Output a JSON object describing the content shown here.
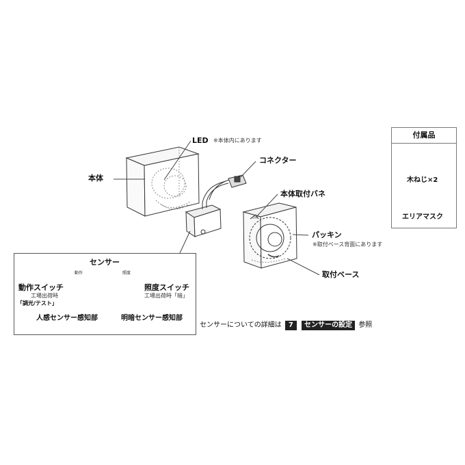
{
  "labels": {
    "led": "LED",
    "led_note": "※本体内にあります",
    "body": "本体",
    "connector": "コネクター",
    "mount_spring": "本体取付バネ",
    "packing": "パッキン",
    "packing_note": "※取付ベース背面にあります",
    "mount_base": "取付ベース"
  },
  "accessories": {
    "title": "付属品",
    "screws": "木ねじ×2",
    "area_mask": "エリアマスク"
  },
  "sensor": {
    "title": "センサー",
    "operation_switch": "動作スイッチ",
    "operation_factory": "工場出荷時",
    "operation_default": "「調光/テスト」",
    "illum_switch": "照度スイッチ",
    "illum_factory": "工場出荷時「暗」",
    "motion_sensor": "人感センサー感知部",
    "light_sensor": "明暗センサー感知部",
    "panel_left_tag": "動作",
    "panel_right_tag": "照度"
  },
  "reference": {
    "prefix": "センサーについての詳細は",
    "page": "7",
    "section": "センサーの設定",
    "suffix": "参照"
  }
}
